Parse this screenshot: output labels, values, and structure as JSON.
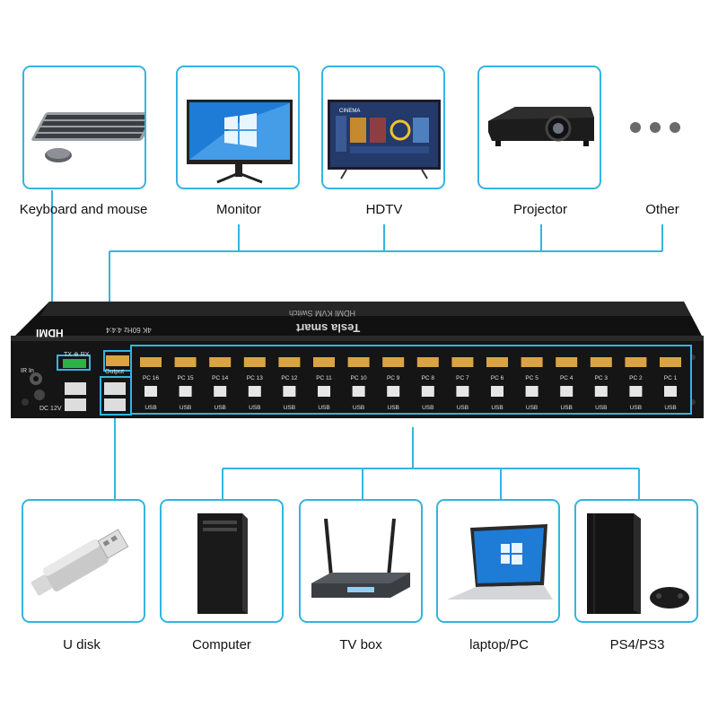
{
  "outputs": [
    {
      "label": "Keyboard and mouse",
      "icon": "keyboard-mouse"
    },
    {
      "label": "Monitor",
      "icon": "monitor"
    },
    {
      "label": "HDTV",
      "icon": "hdtv"
    },
    {
      "label": "Projector",
      "icon": "projector"
    },
    {
      "label": "Other",
      "icon": "ellipsis"
    }
  ],
  "inputs": [
    {
      "label": "U disk",
      "icon": "usb-drive"
    },
    {
      "label": "Computer",
      "icon": "desktop-tower"
    },
    {
      "label": "TV box",
      "icon": "tv-box"
    },
    {
      "label": "laptop/PC",
      "icon": "laptop"
    },
    {
      "label": "PS4/PS3",
      "icon": "game-console"
    }
  ],
  "device": {
    "brand": "Tesla smart",
    "model": "HDMI KVM Switch",
    "hdmi_badge": "HDMI",
    "resolution_badge": "4K 60Hz 4:4:4",
    "ir_label": "IR In",
    "dc_label": "DC 12V",
    "txrx_label": "TX ⊕ RX",
    "output_label": "Output",
    "usb_label": "USB",
    "ports": [
      "PC 16",
      "PC 15",
      "PC 14",
      "PC 13",
      "PC 12",
      "PC 11",
      "PC 10",
      "PC 9",
      "PC 8",
      "PC 7",
      "PC 6",
      "PC 5",
      "PC 4",
      "PC 3",
      "PC 2",
      "PC 1"
    ]
  },
  "colors": {
    "accent": "#33b5e0",
    "device": "#1b1b1b",
    "port_gold": "#d9a441"
  },
  "tv_screen": {
    "title": "CINEMA"
  }
}
